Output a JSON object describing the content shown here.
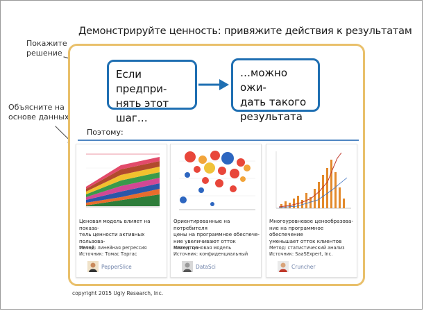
{
  "title": "Демонстрируйте ценность: привяжите действия к результатам",
  "side_labels": {
    "show_solution": [
      "Покажите",
      "решение"
    ],
    "explain_with_data": [
      "Объясните на",
      "основе данных"
    ]
  },
  "flow": {
    "action_lines": [
      "Если предпри-",
      "нять этот шаг…"
    ],
    "result_lines": [
      "…можно ожи-",
      "дать такого",
      "результата"
    ]
  },
  "therefore": "Поэтому:",
  "cards": [
    {
      "desc_lines": [
        "Ценовая модель влияет на показа-",
        "тель ценности активных пользова-",
        "телей."
      ],
      "method": "Метод: линейная регрессия",
      "source": "Источник: Томас Таргас",
      "author": "PepperSlice"
    },
    {
      "desc_lines": [
        "Ориентированные на потребителя",
        "цены на программное обеспече-",
        "ние увеличивают отток клиентов"
      ],
      "method": "Метод: ценовая модель",
      "source": "Источник: конфиденциальный",
      "author": "DataSci"
    },
    {
      "desc_lines": [
        "Многоуровневое ценообразова-",
        "ние на программное обеспечение",
        "уменьшает отток клиентов"
      ],
      "method": "Метод: статистический анализ",
      "source": "Источник: SaaSExpert, Inc.",
      "author": "Cruncher"
    }
  ],
  "copyright": "copyright 2015 Ugly Research, Inc.",
  "colors": {
    "panel_border": "#e9c06b",
    "box_border": "#1f6fb2",
    "divider": "#4f86c2",
    "author_link": "#6d80a8"
  }
}
